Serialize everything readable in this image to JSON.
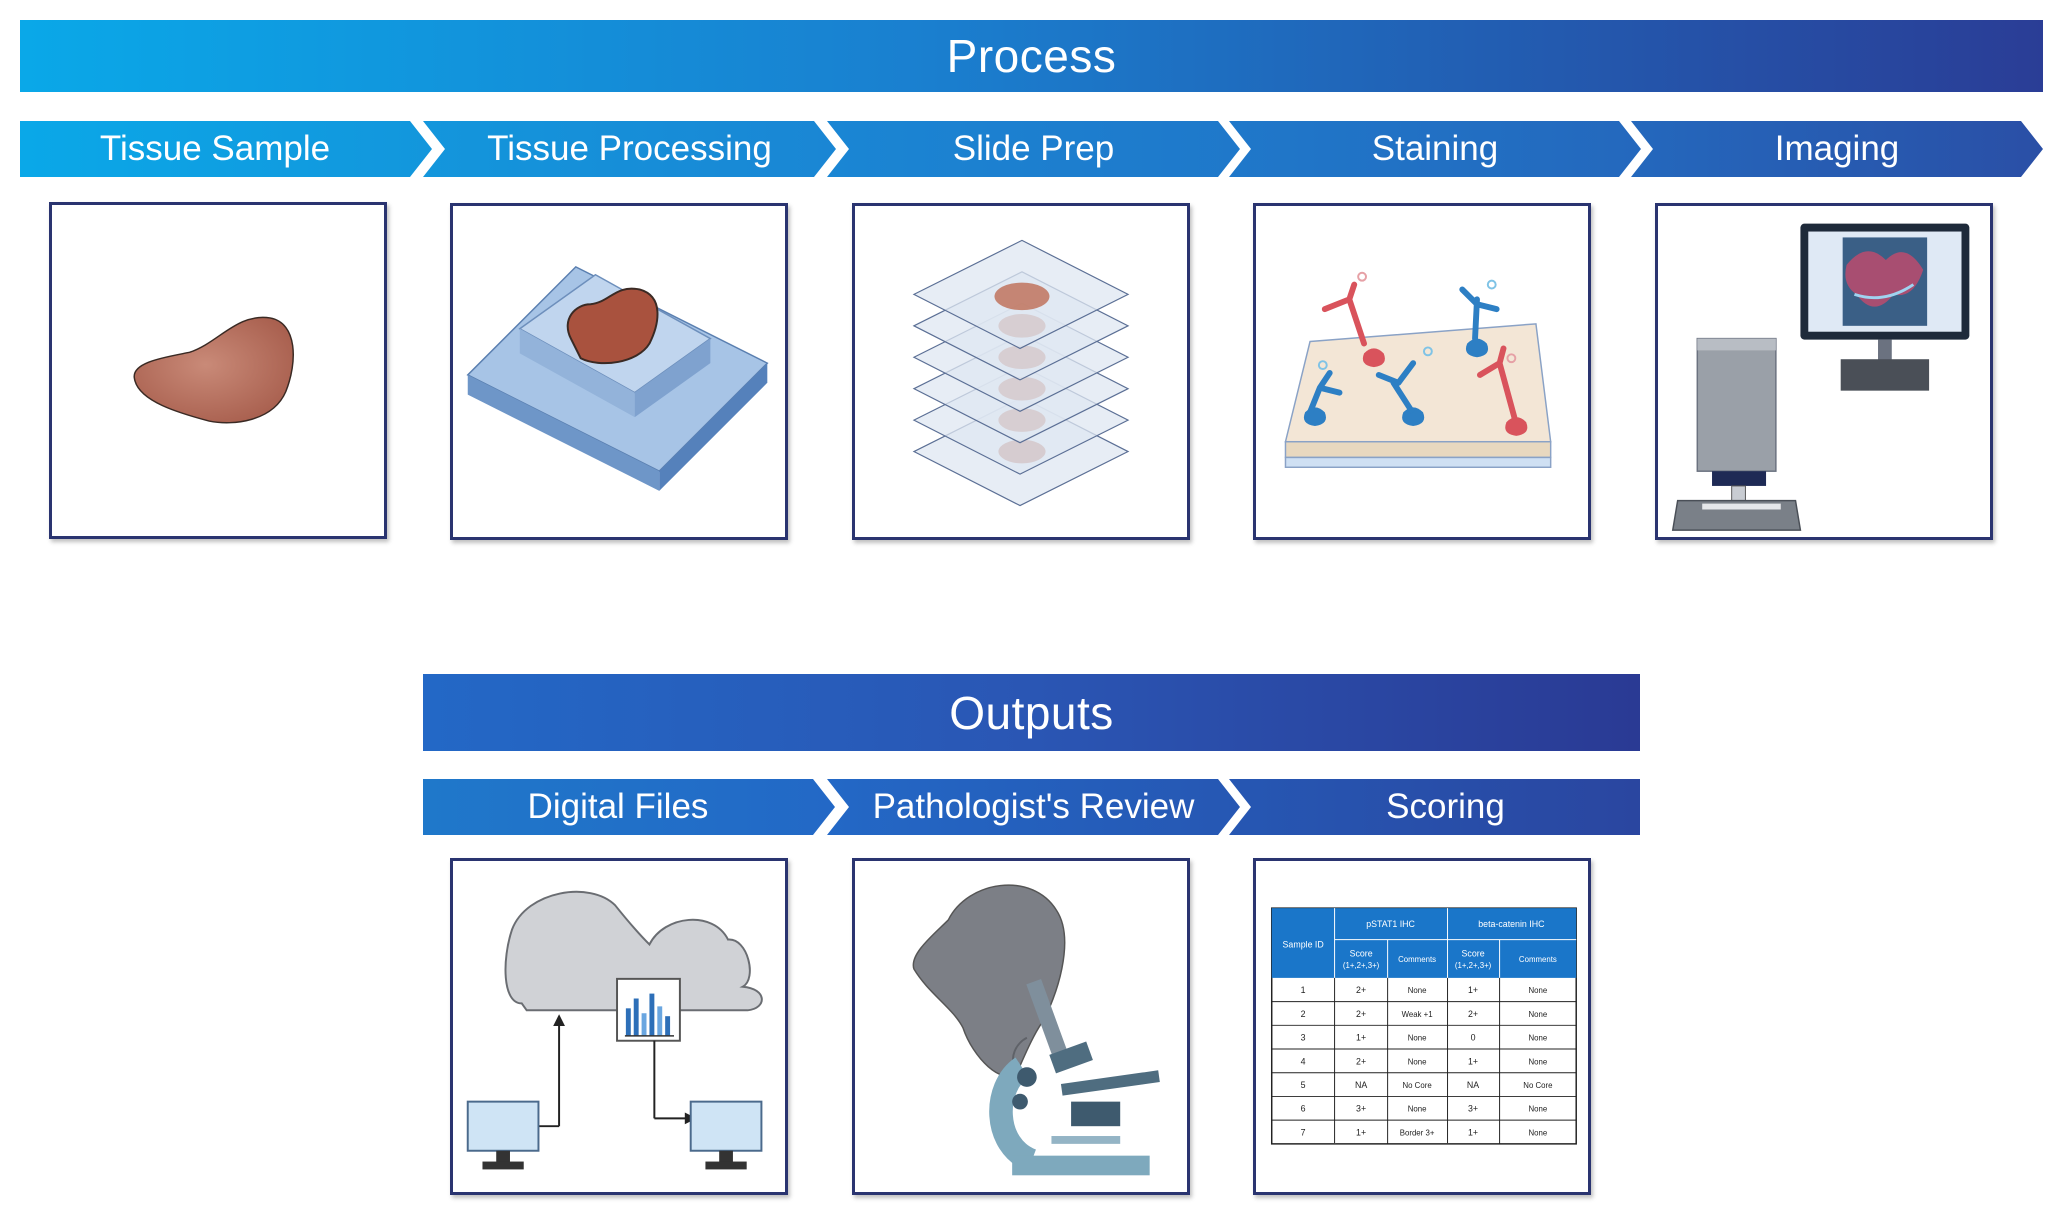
{
  "process": {
    "title": "Process",
    "steps": [
      {
        "label": "Tissue Sample"
      },
      {
        "label": "Tissue Processing"
      },
      {
        "label": "Slide Prep"
      },
      {
        "label": "Staining"
      },
      {
        "label": "Imaging"
      }
    ]
  },
  "outputs": {
    "title": "Outputs",
    "steps": [
      {
        "label": "Digital Files"
      },
      {
        "label": "Pathologist's Review"
      },
      {
        "label": "Scoring"
      }
    ]
  },
  "scoring_table": {
    "sample_id": "Sample ID",
    "group1": "pSTAT1 IHC",
    "group2": "beta-catenin IHC",
    "score_header": "Score",
    "score_scale": "(1+,2+,3+)",
    "comments_header": "Comments",
    "rows": [
      [
        "1",
        "2+",
        "None",
        "1+",
        "None"
      ],
      [
        "2",
        "2+",
        "Weak +1",
        "2+",
        "None"
      ],
      [
        "3",
        "1+",
        "None",
        "0",
        "None"
      ],
      [
        "4",
        "2+",
        "None",
        "1+",
        "None"
      ],
      [
        "5",
        "NA",
        "No Core",
        "NA",
        "No Core"
      ],
      [
        "6",
        "3+",
        "None",
        "3+",
        "None"
      ],
      [
        "7",
        "1+",
        "Border 3+",
        "1+",
        "None"
      ]
    ]
  },
  "colors": {
    "banner_start": "#0aa8e8",
    "banner_end": "#2a3d96",
    "panel_border": "#2a3470",
    "tissue": "#b05a48",
    "table_header": "#1a76c9"
  }
}
